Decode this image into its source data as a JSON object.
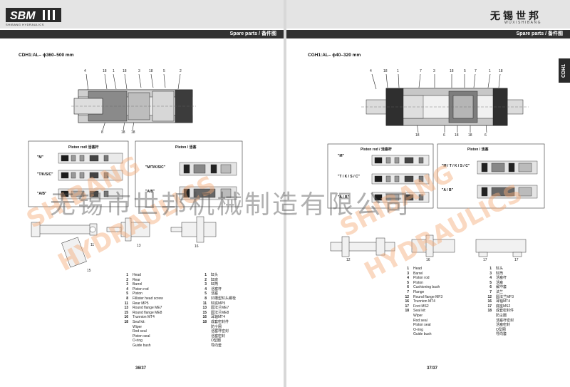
{
  "left": {
    "brand": "SHIBANG HYDRAULICS",
    "header_bar": "Spare parts / 备件图",
    "model": "CDH1:AL– ϕ360–500 mm",
    "callouts_top": [
      "4",
      "18",
      "1",
      "18",
      "3",
      "18",
      "5",
      "2"
    ],
    "callouts_bottom": [
      "8",
      "18",
      "18"
    ],
    "seal_box_title": "Piston rod/ 活塞杆",
    "piston_box_title": "Piston / 活塞",
    "seal_rows": [
      "\"M\"",
      "\"T/K/S/C\"",
      "\"A/B\""
    ],
    "piston_rows": [
      "\"M/T/K/S/C\"",
      "\"A/B\""
    ],
    "mount_labels": [
      "11",
      "13",
      "16",
      "15"
    ],
    "parts": [
      {
        "num": "1",
        "en": "Head",
        "cn": "缸头"
      },
      {
        "num": "2",
        "en": "Rear",
        "cn": "缸底"
      },
      {
        "num": "3",
        "en": "Barrel",
        "cn": "缸筒"
      },
      {
        "num": "4",
        "en": "Piston rod",
        "cn": "活塞杆"
      },
      {
        "num": "5",
        "en": "Piston",
        "cn": "活塞"
      },
      {
        "num": "8",
        "en": "Fillister head screw",
        "cn": "凹槽型缸头螺栓"
      },
      {
        "num": "11",
        "en": "Rear MP5",
        "cn": "缸底MP5"
      },
      {
        "num": "13",
        "en": "Round flange ME7",
        "cn": "圆法兰ME7"
      },
      {
        "num": "15",
        "en": "Round flange ME8",
        "cn": "圆法兰ME8"
      },
      {
        "num": "16",
        "en": "Trunnion MT4",
        "cn": "耳轴MT4"
      },
      {
        "num": "18",
        "en": "Seal kit:",
        "cn": "成套密封件"
      }
    ],
    "seal_kit": [
      {
        "en": "Wiper",
        "cn": "防尘圈"
      },
      {
        "en": "Rod seal",
        "cn": "活塞杆密封"
      },
      {
        "en": "Piston seal",
        "cn": "活塞密封"
      },
      {
        "en": "O-ring",
        "cn": "O型圈"
      },
      {
        "en": "Guide bush",
        "cn": "导向套"
      }
    ],
    "page_num": "36/37"
  },
  "right": {
    "brand_cn": "无锡世邦",
    "brand_pinyin": "WUXISHIBANG",
    "side_tab": "CDH1",
    "header_bar": "Spare parts / 备件图",
    "model": "CGH1:AL– ϕ40–320 mm",
    "callouts_top": [
      "4",
      "18",
      "1",
      "7",
      "3",
      "18",
      "5",
      "7",
      "1",
      "18"
    ],
    "callouts_bottom": [
      "18",
      "6",
      "18",
      "18",
      "6"
    ],
    "seal_box_title": "Piston rod / 活塞杆",
    "piston_box_title": "Piston / 活塞",
    "seal_rows": [
      "\"M\"",
      "\"T / K / S / C\"",
      "\"A / B\""
    ],
    "piston_rows": [
      "\"M / T / K / S / C\"",
      "\"A / B\""
    ],
    "mount_labels": [
      "12",
      "16",
      "17",
      "17"
    ],
    "parts": [
      {
        "num": "1",
        "en": "Head",
        "cn": "缸头"
      },
      {
        "num": "3",
        "en": "Barrel",
        "cn": "缸筒"
      },
      {
        "num": "4",
        "en": "Piston rod",
        "cn": "活塞杆"
      },
      {
        "num": "5",
        "en": "Piston",
        "cn": "活塞"
      },
      {
        "num": "6",
        "en": "Cushioning bush",
        "cn": "缓冲套"
      },
      {
        "num": "7",
        "en": "Flange",
        "cn": "法兰"
      },
      {
        "num": "12",
        "en": "Round flange MF3",
        "cn": "圆法兰MF3"
      },
      {
        "num": "16",
        "en": "Trunnion MT4",
        "cn": "耳轴MT4"
      },
      {
        "num": "17",
        "en": "Foot MS2",
        "cn": "底座MS2"
      },
      {
        "num": "18",
        "en": "Seal kit:",
        "cn": "成套密封件"
      }
    ],
    "seal_kit": [
      {
        "en": "Wiper",
        "cn": "防尘圈"
      },
      {
        "en": "Rod seal",
        "cn": "活塞杆密封"
      },
      {
        "en": "Piston seal",
        "cn": "活塞密封"
      },
      {
        "en": "O-ring",
        "cn": "O型圈"
      },
      {
        "en": "Guide bush",
        "cn": "导向套"
      }
    ],
    "page_num": "37/37"
  },
  "watermark": {
    "cn": "无锡市世邦机械制造有限公司",
    "en1": "SHIBANG",
    "en2": "HYDRAULICS"
  }
}
